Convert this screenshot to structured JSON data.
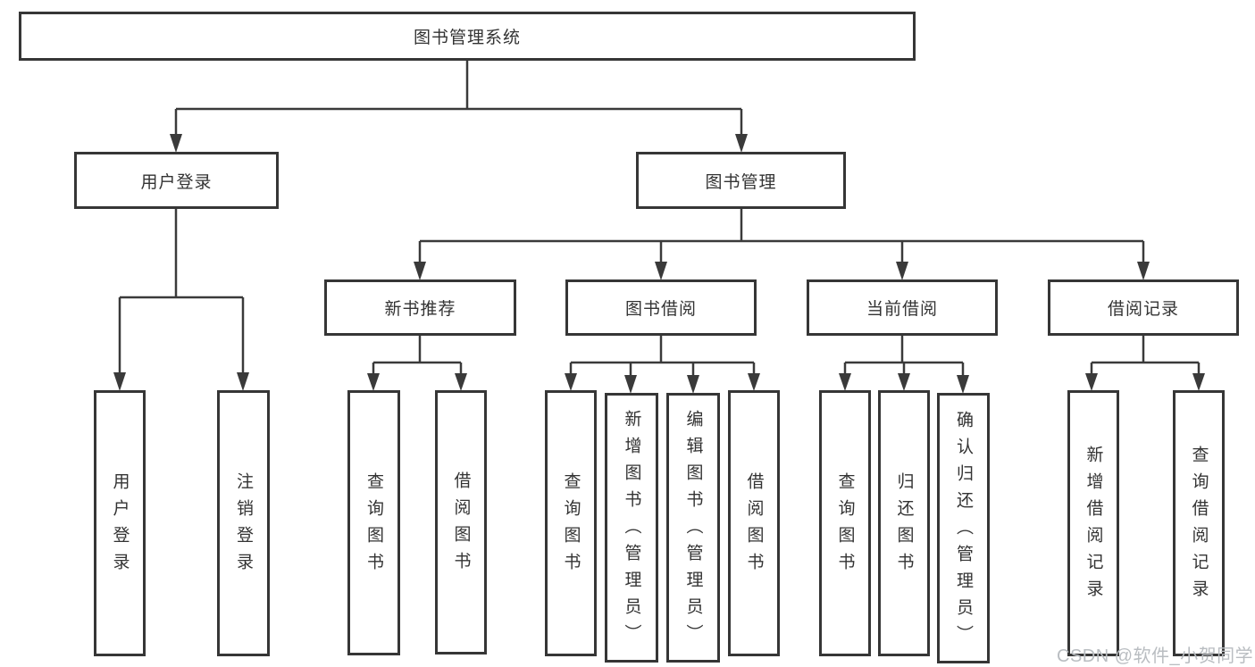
{
  "colors": {
    "background": "#ffffff",
    "line": "#3a3a3a",
    "box_border": "#363636",
    "text": "#333333",
    "watermark": "#b9bdc1"
  },
  "watermark": {
    "text": "CSDN @软件_小贺同学"
  },
  "tree": {
    "root": {
      "label": "图书管理系统",
      "children": [
        {
          "label": "用户登录",
          "children": [
            {
              "label": "用户登录"
            },
            {
              "label": "注销登录"
            }
          ]
        },
        {
          "label": "图书管理",
          "children": [
            {
              "label": "新书推荐",
              "children": [
                {
                  "label": "查询图书"
                },
                {
                  "label": "借阅图书"
                }
              ]
            },
            {
              "label": "图书借阅",
              "children": [
                {
                  "label": "查询图书"
                },
                {
                  "label": "新增图书（管理员）"
                },
                {
                  "label": "编辑图书（管理员）"
                },
                {
                  "label": "借阅图书"
                }
              ]
            },
            {
              "label": "当前借阅",
              "children": [
                {
                  "label": "查询图书"
                },
                {
                  "label": "归还图书"
                },
                {
                  "label": "确认归还（管理员）"
                }
              ]
            },
            {
              "label": "借阅记录",
              "children": [
                {
                  "label": "新增借阅记录"
                },
                {
                  "label": "查询借阅记录"
                }
              ]
            }
          ]
        }
      ]
    }
  }
}
